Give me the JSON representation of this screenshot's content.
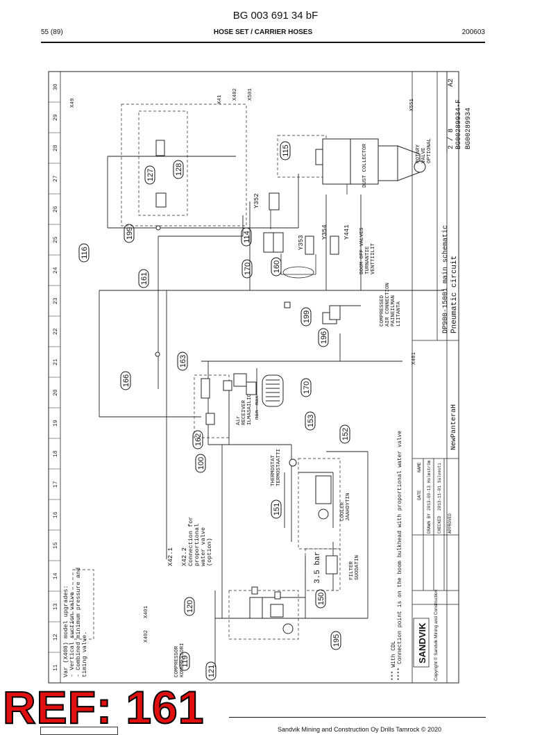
{
  "header": {
    "doc_number": "BG 003 691 34 bF",
    "page": "55 (89)",
    "section": "HOSE SET / CARRIER HOSES",
    "date": "200603"
  },
  "frame": {
    "column_numbers": [
      "11",
      "12",
      "13",
      "14",
      "15",
      "16",
      "17",
      "18",
      "19",
      "20",
      "21",
      "22",
      "23",
      "24",
      "25",
      "26",
      "27",
      "28",
      "29",
      "30"
    ]
  },
  "callouts": [
    "116",
    "199",
    "114",
    "161",
    "170",
    "160",
    "127",
    "128",
    "115",
    "163",
    "166",
    "162",
    "100",
    "153",
    "152",
    "151",
    "150",
    "120",
    "119",
    "121",
    "195",
    "196",
    "199",
    "170"
  ],
  "labels": {
    "y352": "Y352",
    "y353": "Y353",
    "y354": "Y354",
    "y441": "Y441",
    "boom_valves": [
      "BOOM OFF VALVES",
      "TURNANTIE",
      "VENTTIILIT"
    ],
    "compressed_air": [
      "COMPRESSED",
      "AIR CONNECTION",
      "PAINEILMAN",
      "LIITANTA"
    ],
    "air_receiver": [
      "Air",
      "RECEIVER",
      "ILMASAILIO"
    ],
    "max": "max",
    "min": "min",
    "thermostat": [
      "THERMOSTAT",
      "TERMOSTAATTI"
    ],
    "cooler": [
      "COOLER",
      "JAAHDYTIN"
    ],
    "filter": [
      "FILTER",
      "SUODATIN"
    ],
    "pressure": "3.5 bar",
    "compressor": [
      "COMPRESSOR",
      "KOMPRESSORI"
    ],
    "connection_valve": [
      "Connection for",
      "proportional",
      "water valve",
      "(option)"
    ],
    "x42": "X42.1",
    "x42b": "X42.2",
    "x401": "X401",
    "x402": "X402",
    "x49": "X49",
    "x41": "X41",
    "x551": "X551",
    "x501": "X501",
    "x482": "X482",
    "x481": "X481",
    "dust_collector": "DUST COLLECTOR",
    "rotary_valve": [
      "ROTARY",
      "VALVE",
      "OPTIONAL"
    ],
    "var_list": [
      "Var (X408) model upgrades:",
      "- Vertical suction valve",
      "- Combined minimum pressure and",
      "  timing valve."
    ],
    "notes": [
      "*** With CDL",
      "**** Connection point is on the boom bulkhead with proportional water valve"
    ],
    "title_lines": [
      "Pneumatic circuit",
      "DP900-1500i main schematic"
    ],
    "project": "NewPanteraH",
    "drawing_no": "BG00289934-F",
    "drawing_no2": "BG00289934",
    "sheet": "2 / 8",
    "size": "A2",
    "company": "SANDVIK",
    "copyright": "Copyright © Sandvik Mining and Construction",
    "title_block_rows": [
      "DRAWN BY",
      "CHECKED",
      "APPROVED"
    ],
    "title_block_dates": [
      "2013-09-13",
      "2013-11-01"
    ],
    "title_block_names": [
      "Holmström",
      "Salvesti"
    ],
    "title_block_heads": [
      "DATE",
      "NAME"
    ]
  },
  "ref_label": "REF: 161",
  "footer": {
    "text": "Sandvik Mining and Construction Oy Drills Tamrock © 2020"
  }
}
